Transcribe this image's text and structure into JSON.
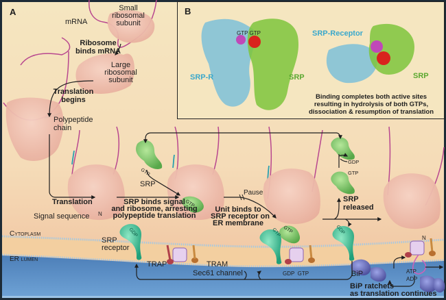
{
  "panels": {
    "a_letter": "A",
    "b_letter": "B"
  },
  "panel_a": {
    "mrna": "mRNA",
    "small_subunit": "Small\nribosomal\nsubunit",
    "ribosome_binds": "Ribosome\nbinds mRNA",
    "large_subunit": "Large\nribosomal\nsubunit",
    "translation_begins": "Translation\nbegins",
    "polypeptide_chain": "Polypeptide\nchain",
    "translation": "Translation",
    "signal_sequence": "Signal sequence",
    "n_terminus": "N",
    "srp": "SRP",
    "gtp": "GTP",
    "gdp": "GDP",
    "srp_binds": "SRP binds signal\nand ribosome, arresting\npolypeptide translation",
    "pause": "Pause",
    "unit_binds": "Unit binds to\nSRP receptor on\nER membrane",
    "srp_released": "SRP\nreleased",
    "cytoplasm": "Cytoplasm",
    "er_lumen": "ER lumen",
    "srp_receptor": "SRP\nreceptor",
    "trap": "TRAP",
    "tram": "TRAM",
    "sec61": "Sec61 channel",
    "gdp_gtp_exchange": "GDP  GTP",
    "bip": "BiP",
    "atp": "ATP",
    "adp": "ADP",
    "bip_ratchets": "BiP ratchets\nas translation continues"
  },
  "panel_b": {
    "srp_r": "SRP-R",
    "srp_left": "SRP",
    "gtp_labels": "GTP GTP",
    "srp_receptor": "SRP-Receptor",
    "srp_right": "SRP",
    "caption": "Binding completes both active sites\nresulting in hydrolysis of both GTPs,\ndissociation & resumption of translation"
  },
  "colors": {
    "background_cream": "#f5e6c0",
    "cytoplasm_peach": "#f3c9a6",
    "er_lumen_blue": "#5a8fc4",
    "ribosome_pink": "#eebfae",
    "mrna_magenta": "#b8478f",
    "srp_green": "#7cc45a",
    "receptor_teal": "#3fbf95",
    "srp_r_cyan": "#3aa8cc",
    "srp_label_green": "#5aa830",
    "bip_purple": "#6c70c0",
    "gtp_red": "#d9231d",
    "gtp_magenta": "#c048b8"
  }
}
